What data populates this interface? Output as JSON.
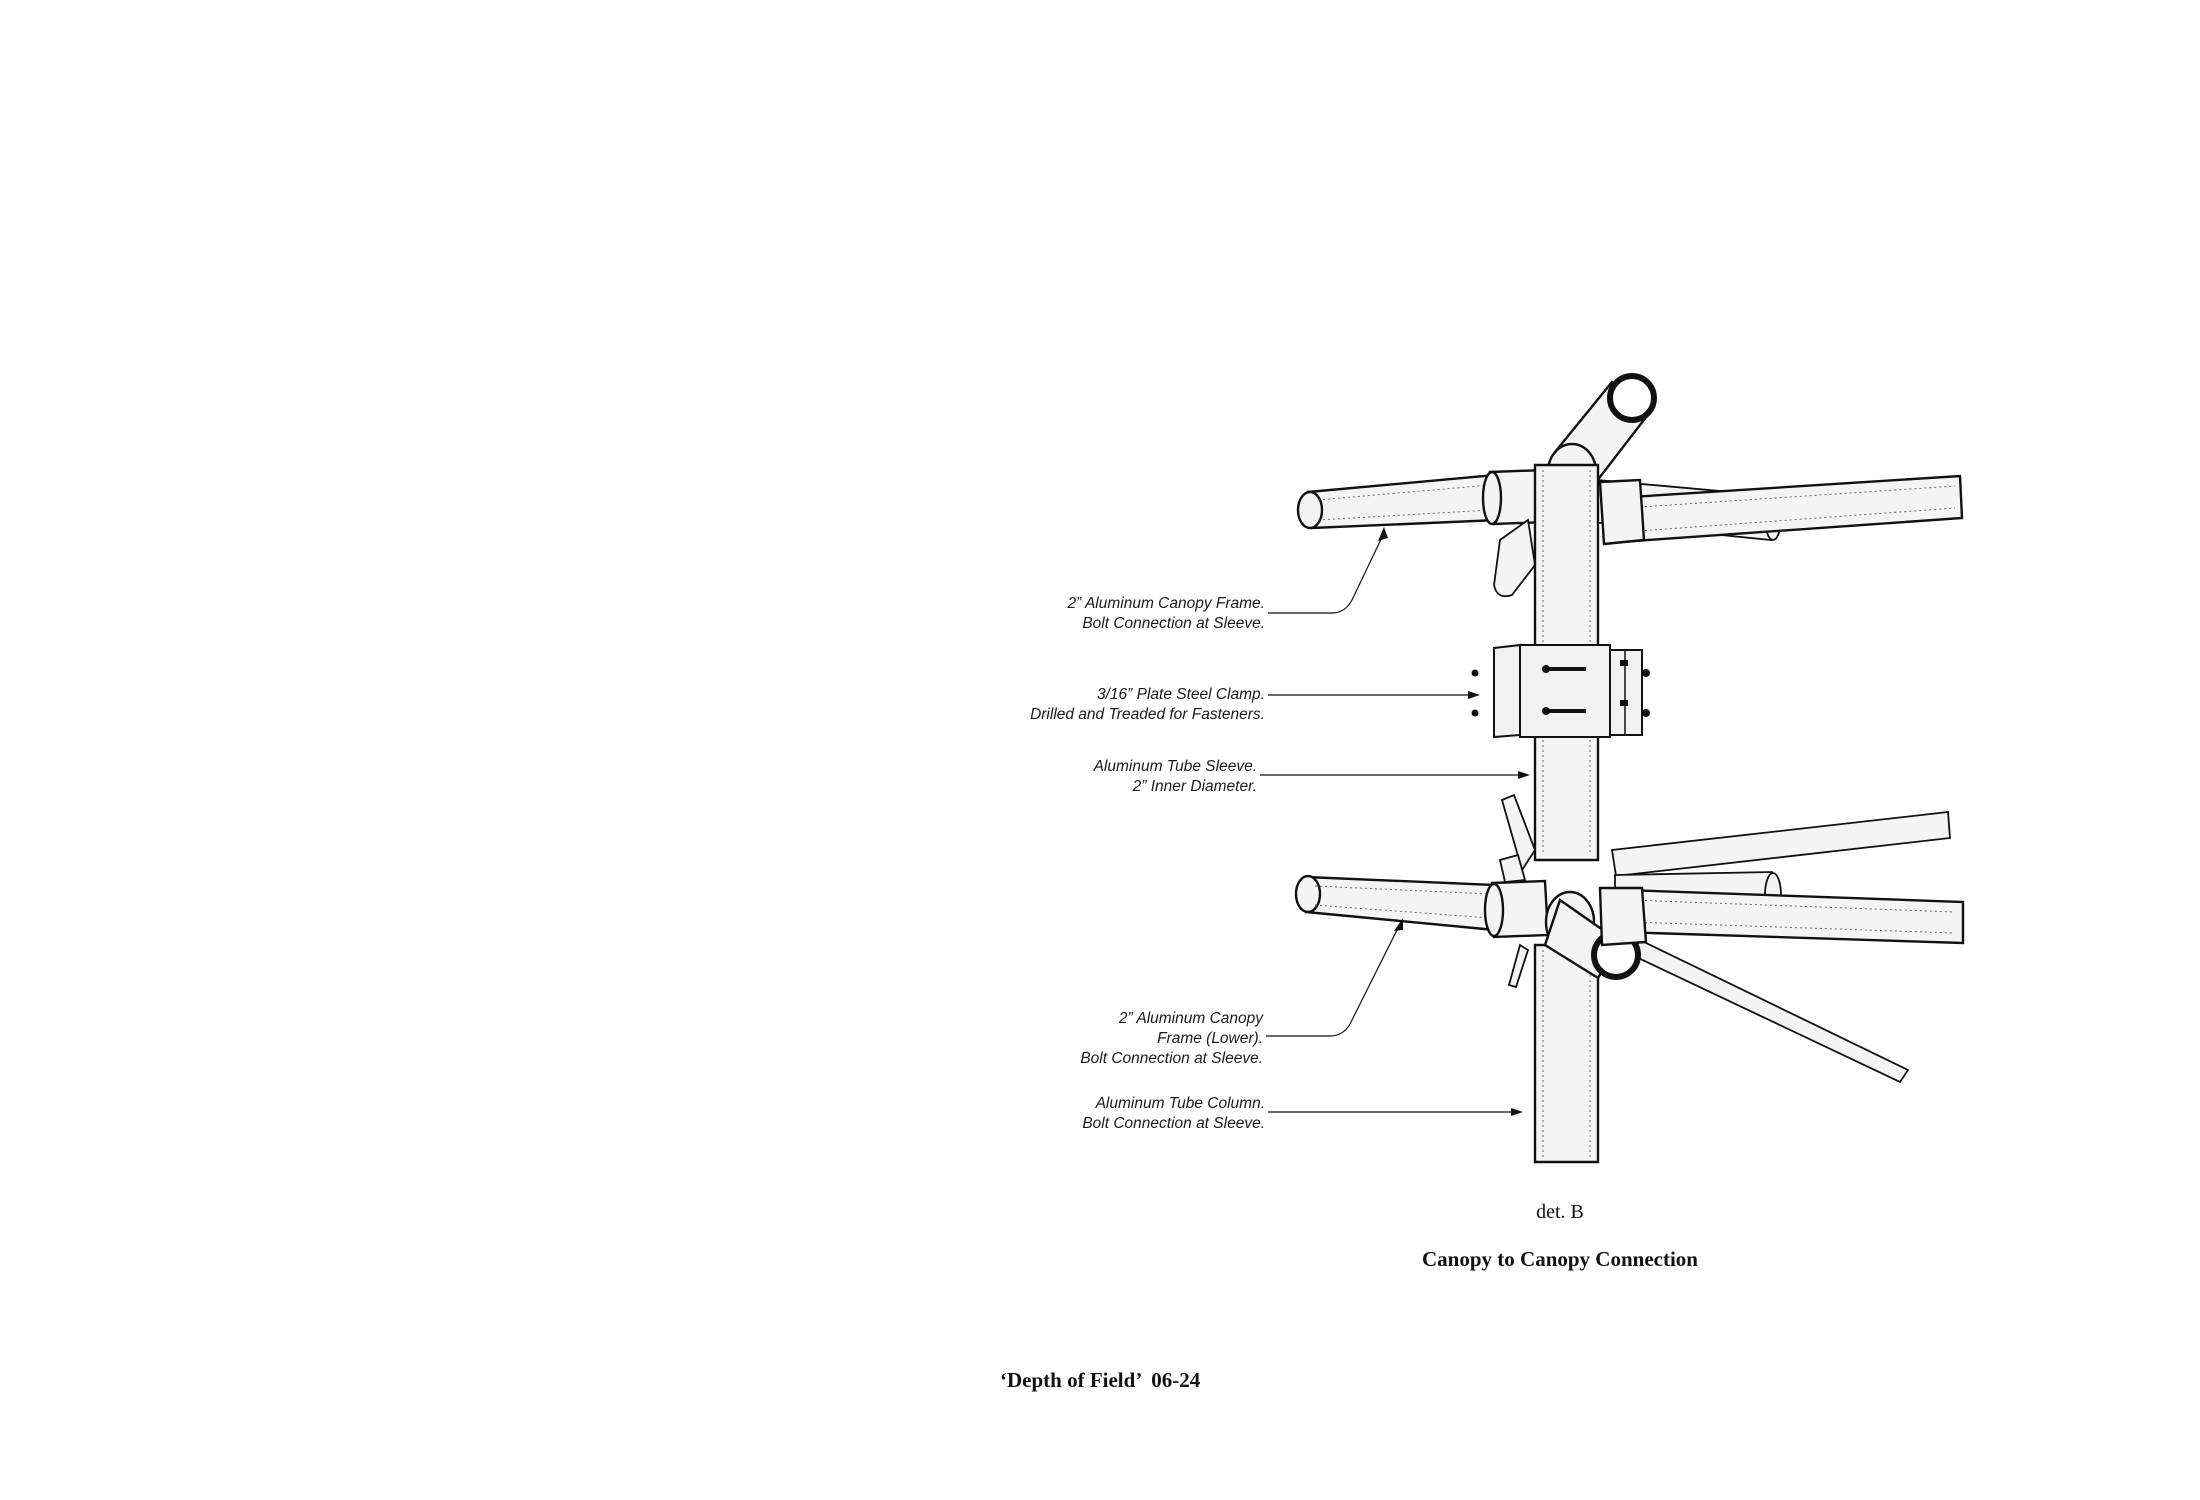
{
  "labels": {
    "upper_frame": [
      "2” Aluminum Canopy Frame.",
      "Bolt Connection at Sleeve."
    ],
    "clamp": [
      "3/16” Plate Steel Clamp.",
      "Drilled and Treaded for Fasteners."
    ],
    "sleeve": [
      "Aluminum Tube Sleeve.",
      "2” Inner Diameter."
    ],
    "lower_frame": [
      "2” Aluminum Canopy",
      "Frame (Lower).",
      "Bolt Connection at Sleeve."
    ],
    "column": [
      "Aluminum Tube Column.",
      "Bolt Connection at Sleeve."
    ]
  },
  "detail": "det. B",
  "title": "Canopy to Canopy Connection",
  "footer": "‘Depth of Field’  06-24",
  "colors": {
    "ink": "#111111",
    "tube_fill": "#f4f4f4",
    "paper": "#ffffff"
  }
}
